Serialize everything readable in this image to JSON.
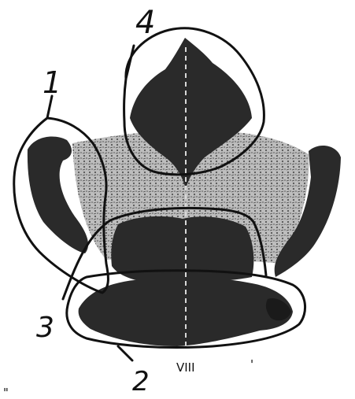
{
  "figure": {
    "region_labels": [
      "1",
      "2",
      "3",
      "4"
    ],
    "caption": "VIII",
    "stray_mark": "'",
    "corner_mark": "\""
  }
}
